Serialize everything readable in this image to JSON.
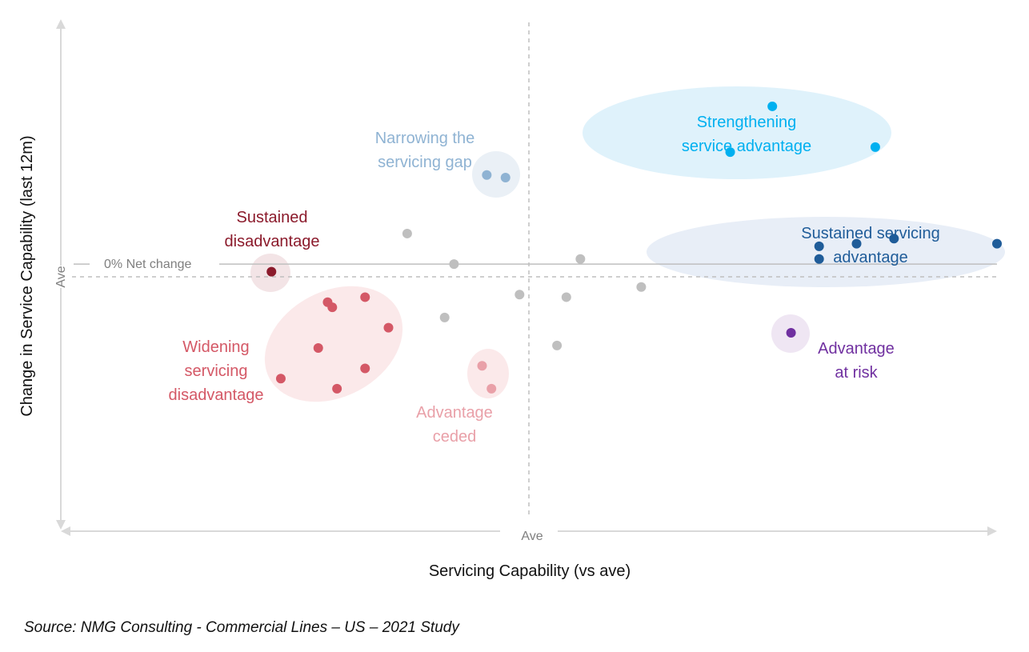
{
  "chart_data": {
    "type": "scatter",
    "title": "",
    "xlabel": "Servicing Capability (vs ave)",
    "ylabel": "Change in Service Capability (last 12m)",
    "x_ref_label": "Ave",
    "y_ref_label": "Ave",
    "zero_line_label": "0% Net change",
    "xlim": [
      -10,
      10
    ],
    "ylim": [
      -10,
      10
    ],
    "x_ave": 0,
    "y_ave": 0,
    "y_zero_change": 0.5,
    "series": [
      {
        "name": "Strengthening service advantage",
        "color": "#00b0f0",
        "label_lines": [
          "Strengthening",
          "service advantage"
        ],
        "points": [
          [
            5.2,
            6.7
          ],
          [
            4.3,
            4.9
          ],
          [
            7.4,
            5.1
          ]
        ]
      },
      {
        "name": "Sustained servicing advantage",
        "color": "#1f5c99",
        "label_lines": [
          "Sustained servicing",
          "advantage"
        ],
        "points": [
          [
            6.2,
            1.2
          ],
          [
            7.0,
            1.3
          ],
          [
            7.8,
            1.5
          ],
          [
            6.2,
            0.7
          ],
          [
            10.0,
            1.3
          ]
        ]
      },
      {
        "name": "Narrowing the servicing gap",
        "color": "#8fb3d3",
        "label_lines": [
          "Narrowing the",
          "servicing gap"
        ],
        "points": [
          [
            -0.9,
            4.0
          ],
          [
            -0.5,
            3.9
          ]
        ]
      },
      {
        "name": "Sustained disadvantage",
        "color": "#8b1a2b",
        "label_lines": [
          "Sustained",
          "disadvantage"
        ],
        "points": [
          [
            -5.5,
            0.2
          ]
        ]
      },
      {
        "name": "Widening servicing disadvantage",
        "color": "#d45866",
        "label_lines": [
          "Widening",
          "servicing",
          "disadvantage"
        ],
        "points": [
          [
            -4.3,
            -1.0
          ],
          [
            -4.2,
            -1.2
          ],
          [
            -3.5,
            -0.8
          ],
          [
            -3.0,
            -2.0
          ],
          [
            -4.5,
            -2.8
          ],
          [
            -3.5,
            -3.6
          ],
          [
            -5.3,
            -4.0
          ],
          [
            -4.1,
            -4.4
          ]
        ]
      },
      {
        "name": "Advantage ceded",
        "color": "#e9a0a8",
        "label_lines": [
          "Advantage",
          "ceded"
        ],
        "points": [
          [
            -1.0,
            -3.5
          ],
          [
            -0.8,
            -4.4
          ]
        ]
      },
      {
        "name": "Advantage at risk",
        "color": "#7030a0",
        "label_lines": [
          "Advantage",
          "at risk"
        ],
        "points": [
          [
            5.6,
            -2.2
          ]
        ]
      },
      {
        "name": "Other",
        "color": "#bfbfbf",
        "label_lines": [],
        "points": [
          [
            -2.6,
            1.7
          ],
          [
            -1.6,
            0.5
          ],
          [
            1.1,
            0.7
          ],
          [
            -1.8,
            -1.6
          ],
          [
            -0.2,
            -0.7
          ],
          [
            0.8,
            -0.8
          ],
          [
            2.4,
            -0.4
          ],
          [
            0.6,
            -2.7
          ]
        ]
      }
    ]
  },
  "source": "Source: NMG Consulting - Commercial Lines – US – 2021 Study"
}
